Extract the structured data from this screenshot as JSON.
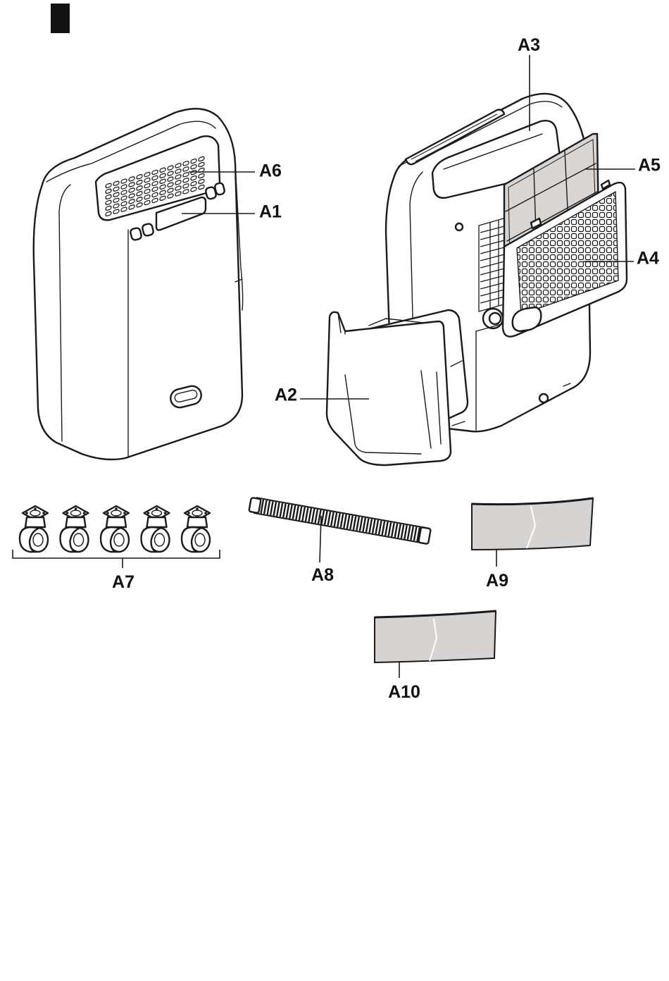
{
  "colors": {
    "line": "#1a1a1a",
    "label": "#111111",
    "marker": "#111111",
    "filter": "#d8d5d2",
    "bag": "#d6d3d1"
  },
  "labels": {
    "a1": "A1",
    "a2": "A2",
    "a3": "A3",
    "a4": "A4",
    "a5": "A5",
    "a6": "A6",
    "a7": "A7",
    "a8": "A8",
    "a9": "A9",
    "a10": "A10"
  },
  "casters": {
    "count": 5
  }
}
